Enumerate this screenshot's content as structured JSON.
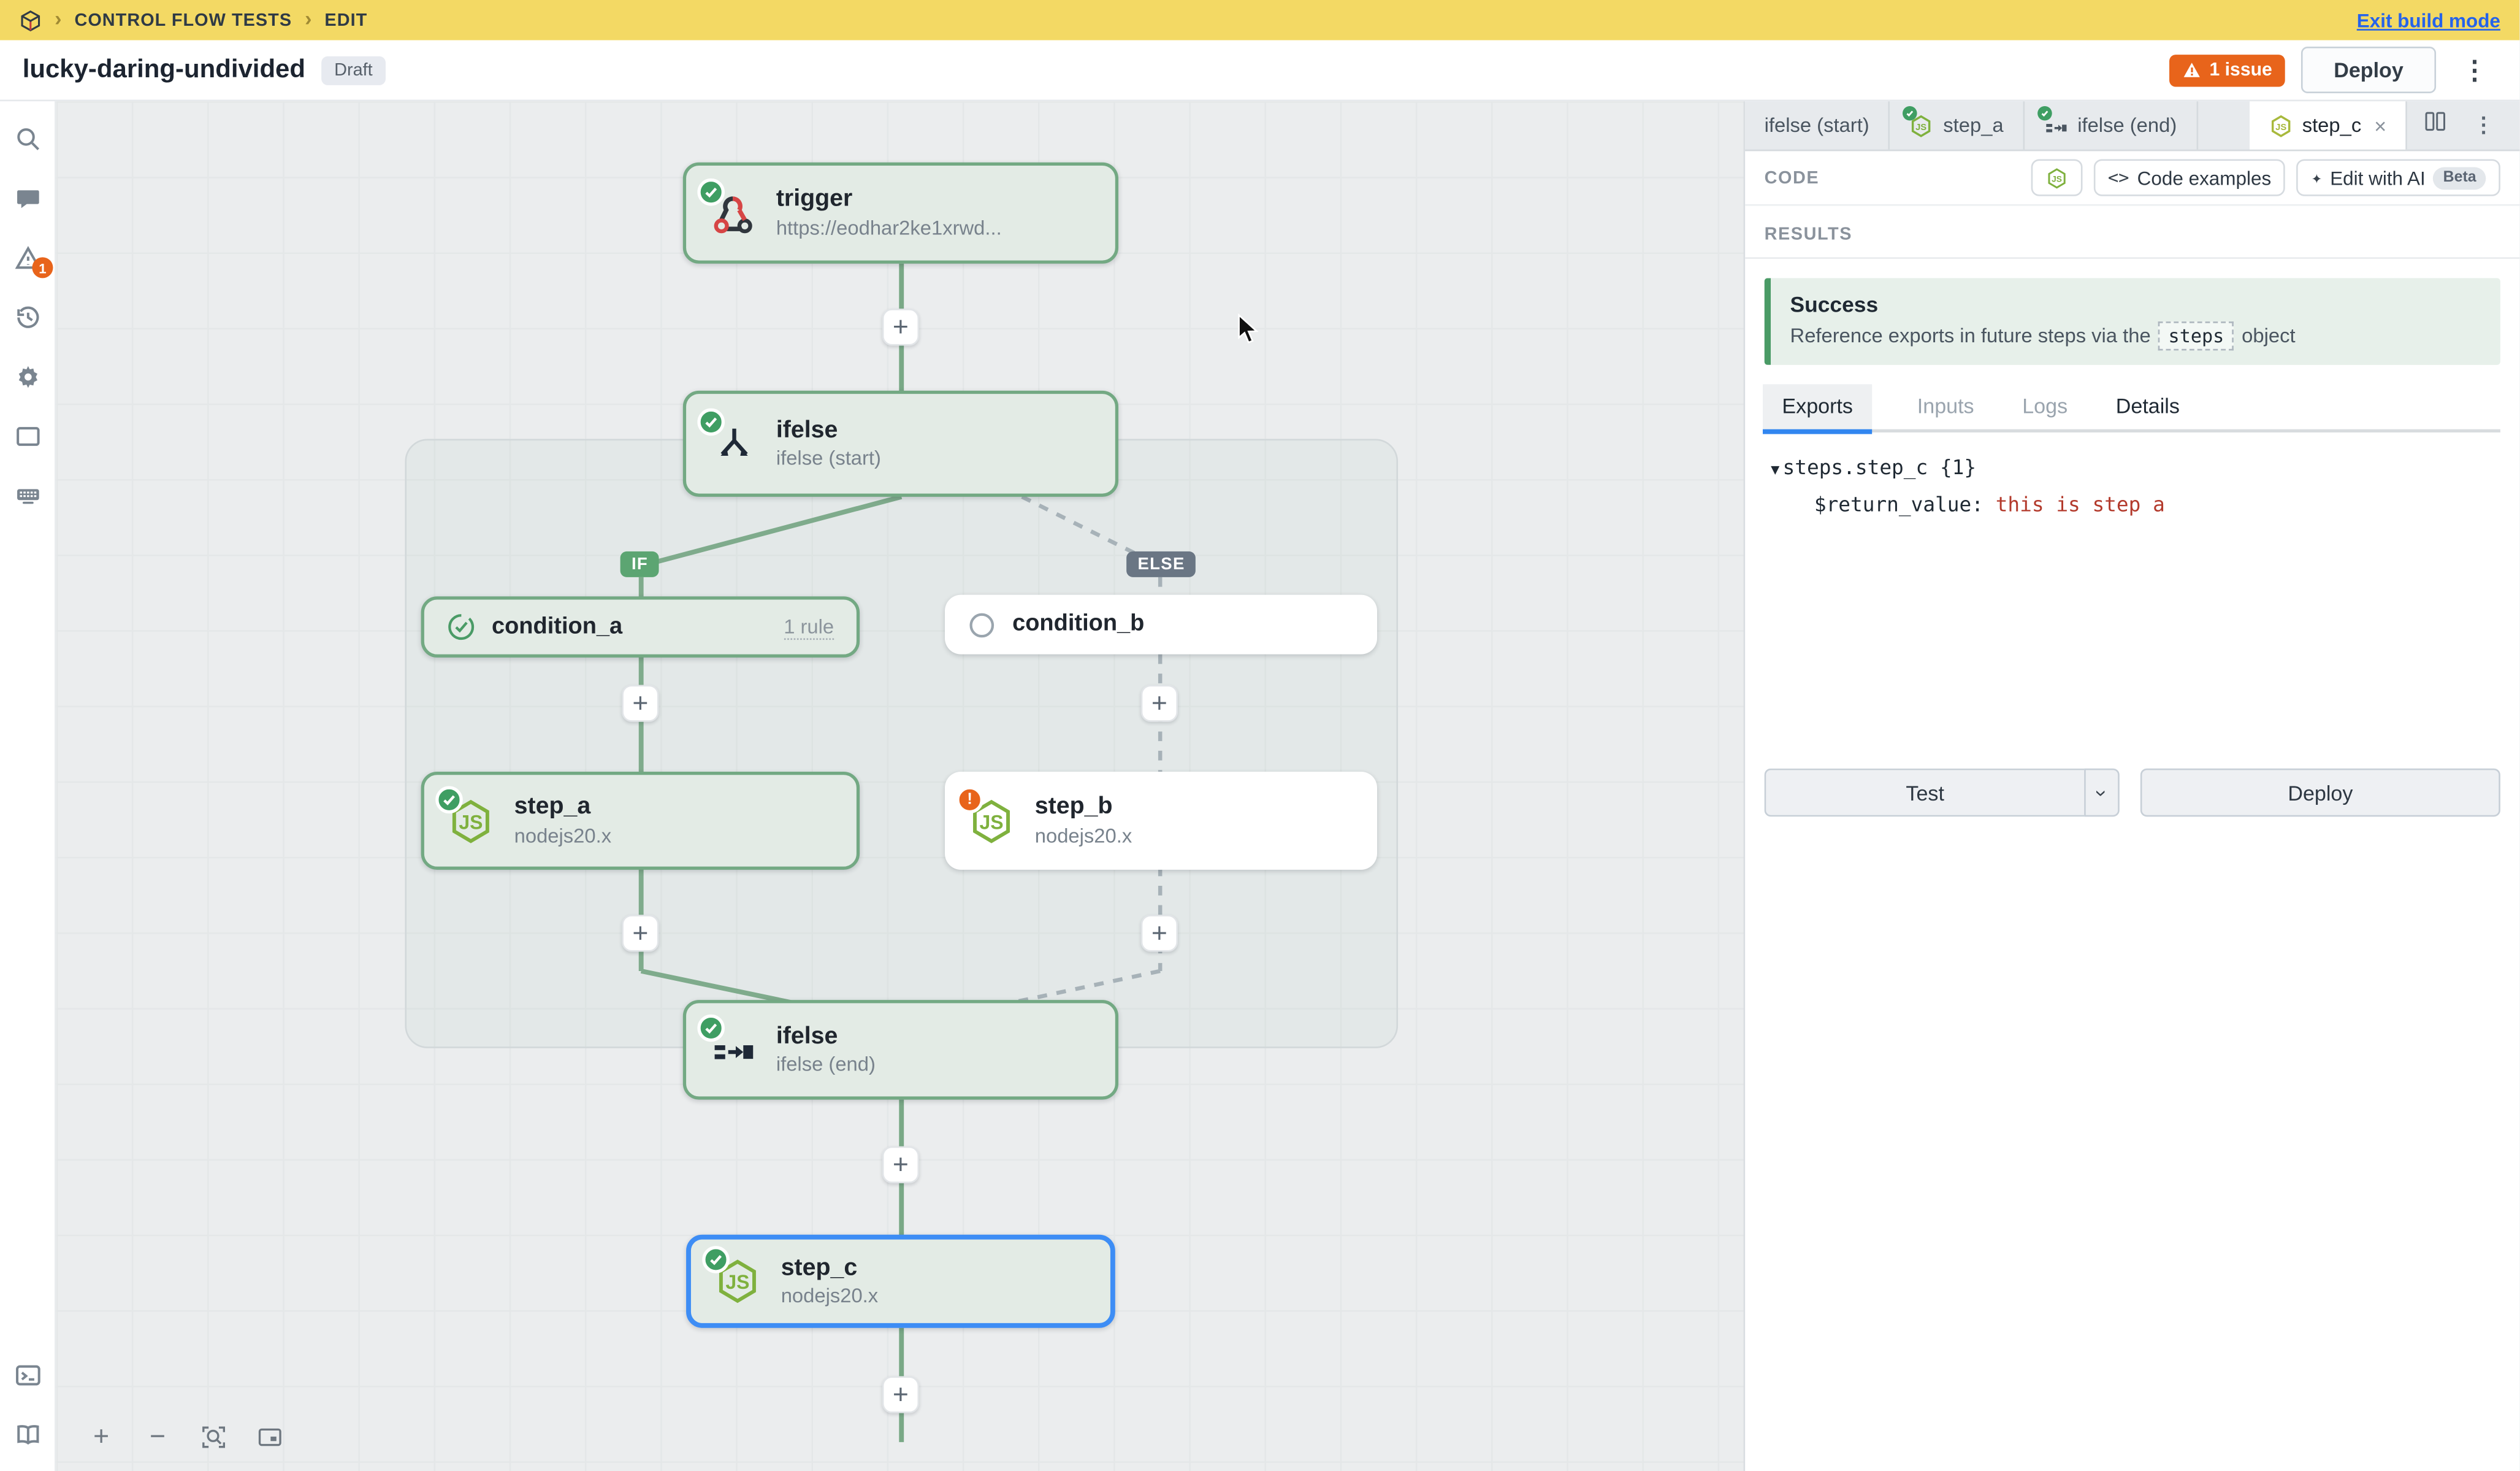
{
  "banner": {
    "breadcrumb": [
      "CONTROL FLOW TESTS",
      "EDIT"
    ],
    "exit_link": "Exit build mode"
  },
  "header": {
    "title": "lucky-daring-undivided",
    "status_badge": "Draft",
    "issues_badge": "1 issue",
    "deploy_button": "Deploy"
  },
  "sidebar": {
    "alert_count": "1"
  },
  "canvas": {
    "nodes": {
      "trigger": {
        "title": "trigger",
        "subtitle": "https://eodhar2ke1xrwd..."
      },
      "ifelse_start": {
        "title": "ifelse",
        "subtitle": "ifelse (start)"
      },
      "condition_a": {
        "title": "condition_a",
        "meta": "1 rule"
      },
      "condition_b": {
        "title": "condition_b"
      },
      "step_a": {
        "title": "step_a",
        "subtitle": "nodejs20.x"
      },
      "step_b": {
        "title": "step_b",
        "subtitle": "nodejs20.x"
      },
      "ifelse_end": {
        "title": "ifelse",
        "subtitle": "ifelse (end)"
      },
      "step_c": {
        "title": "step_c",
        "subtitle": "nodejs20.x"
      }
    },
    "branch_labels": {
      "if": "IF",
      "else": "ELSE"
    }
  },
  "panel": {
    "tabs": [
      {
        "label": "ifelse (start)"
      },
      {
        "label": "step_a"
      },
      {
        "label": "ifelse (end)"
      },
      {
        "label": "step_c"
      }
    ],
    "code_section": {
      "label": "CODE",
      "code_examples_button": "Code examples",
      "edit_ai_button": "Edit with AI",
      "beta_badge": "Beta"
    },
    "results_section": {
      "label": "RESULTS",
      "success_title": "Success",
      "success_text_before": "Reference exports in future steps via the",
      "success_code_chip": "steps",
      "success_text_after": "object"
    },
    "result_tabs": [
      "Exports",
      "Inputs",
      "Logs",
      "Details"
    ],
    "exports_tree": {
      "caret": "▼",
      "node": "steps.step_c",
      "count": "{1}",
      "key": "$return_value:",
      "value": "this is step a"
    },
    "test_button": "Test",
    "deploy_button": "Deploy"
  },
  "icons": {
    "plus": "+",
    "minus": "−",
    "kebab": "⋮",
    "close": "×",
    "chevron": "›",
    "warning": "⚠",
    "code_brackets": "<>",
    "sparkle": "✦",
    "error_mark": "!"
  },
  "colors": {
    "banner_yellow": "#f3d964",
    "accent_green": "#3f9e63",
    "node_green_border": "#73a983",
    "selected_blue": "#3d8df5",
    "warning_orange": "#e8641b",
    "error_red": "#b33a2c",
    "link_blue": "#2563eb"
  }
}
